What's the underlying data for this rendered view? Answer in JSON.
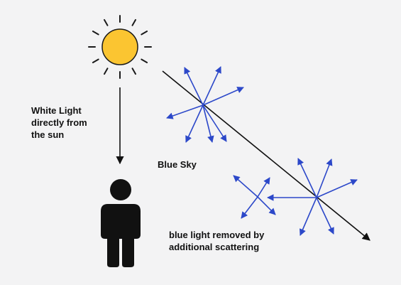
{
  "labels": {
    "white_light": [
      "White Light",
      "directly from",
      "the sun"
    ],
    "blue_sky": "Blue Sky",
    "removed": [
      "blue light removed by",
      "additional scattering"
    ]
  },
  "icons": {
    "sun": "sun-icon",
    "person": "person-icon"
  },
  "colors": {
    "background": "#f3f3f4",
    "sun_fill": "#fbc531",
    "sun_stroke": "#1a1a1a",
    "ray": "#111111",
    "scatter": "#2c48c9",
    "text": "#111111"
  }
}
